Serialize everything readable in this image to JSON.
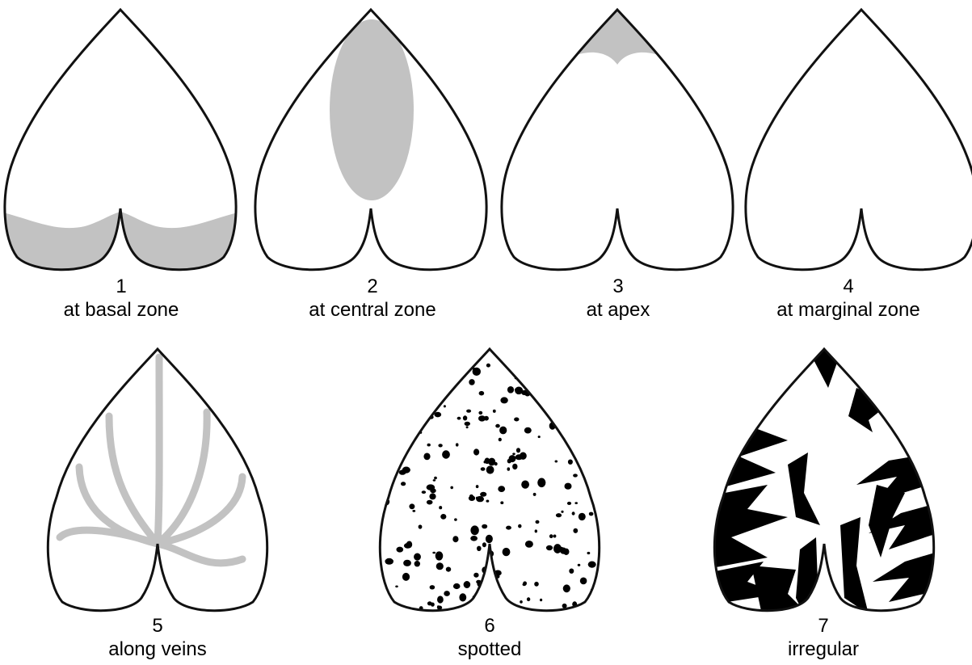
{
  "panels": [
    {
      "number": "1",
      "label": "at basal zone"
    },
    {
      "number": "2",
      "label": "at central zone"
    },
    {
      "number": "3",
      "label": "at apex"
    },
    {
      "number": "4",
      "label": "at marginal zone"
    },
    {
      "number": "5",
      "label": "along veins"
    },
    {
      "number": "6",
      "label": "spotted"
    },
    {
      "number": "7",
      "label": "irregular"
    }
  ],
  "colors": {
    "outline": "#111111",
    "variegation": "#c2c2c2",
    "pattern_dark": "#000000",
    "leaf_fill": "#ffffff"
  }
}
